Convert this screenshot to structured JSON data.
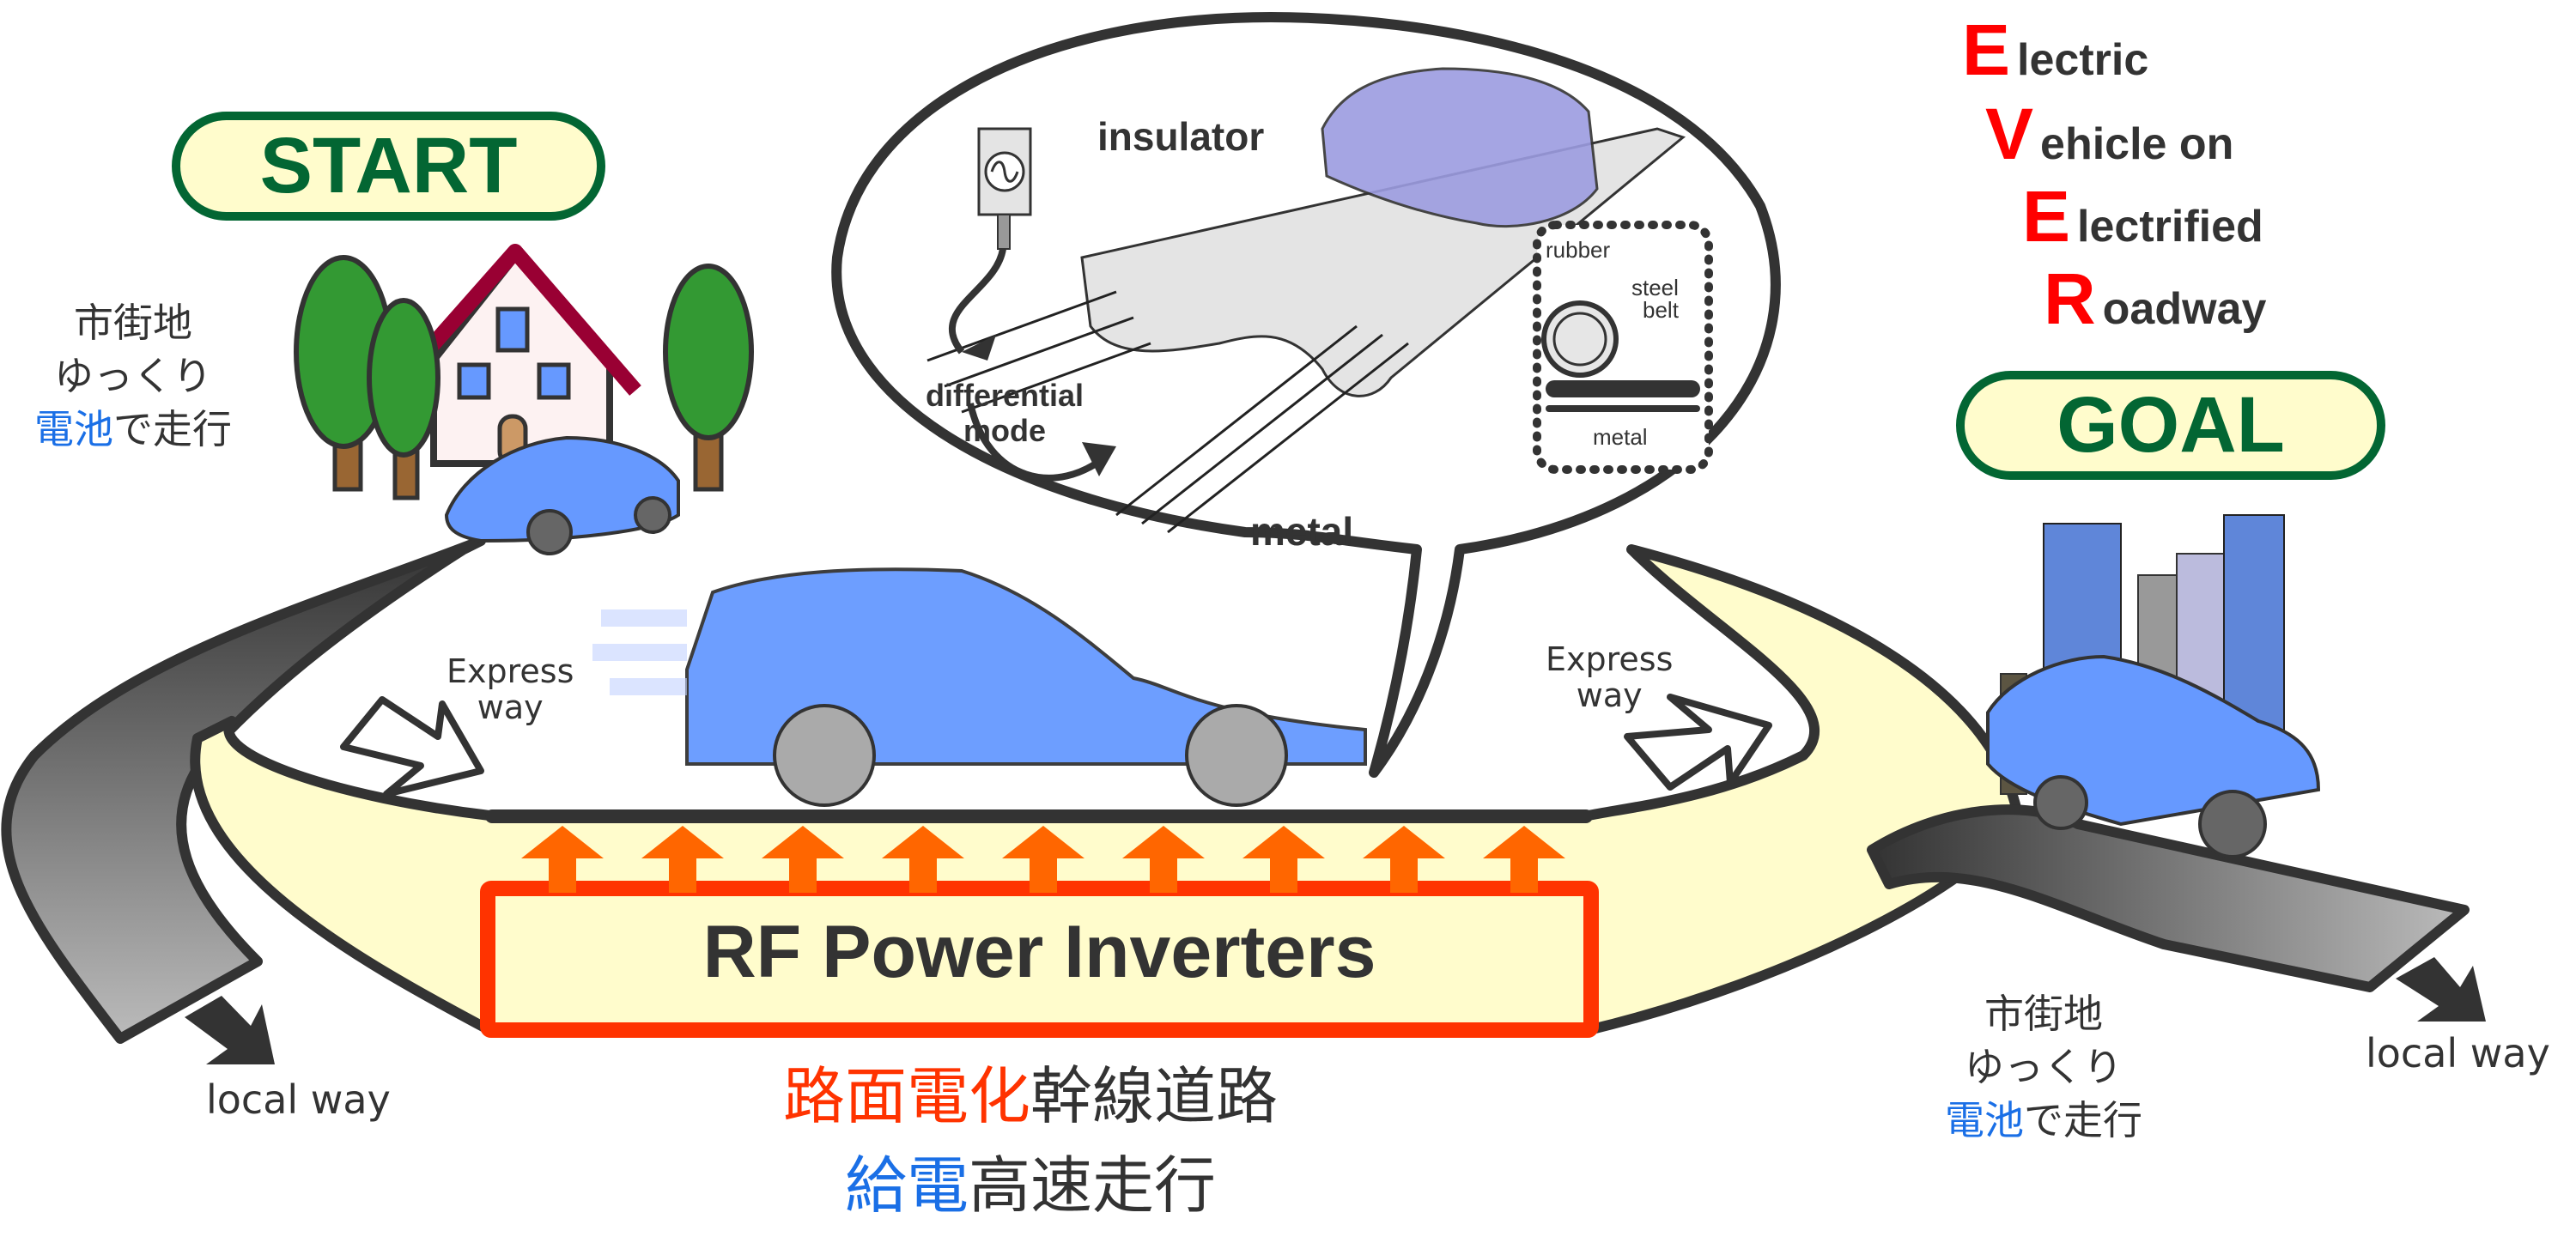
{
  "start_label": "START",
  "goal_label": "GOAL",
  "acronym": [
    {
      "initial": "E",
      "rest": "lectric"
    },
    {
      "initial": "V",
      "rest": "ehicle on"
    },
    {
      "initial": "E",
      "rest": "lectrified"
    },
    {
      "initial": "R",
      "rest": "oadway"
    }
  ],
  "start_side": {
    "line1": "市街地",
    "line2": "ゆっくり",
    "line3_highlight": "電池",
    "line3_rest": "で走行"
  },
  "goal_side": {
    "line1": "市街地",
    "line2": "ゆっくり",
    "line3_highlight": "電池",
    "line3_rest": "で走行"
  },
  "road_labels": {
    "express_left_1": "Express",
    "express_left_2": "way",
    "express_right_1": "Express",
    "express_right_2": "way",
    "local_left": "local way",
    "local_right": "local way"
  },
  "inverter_label": "RF Power Inverters",
  "bottom_caption": {
    "line1_highlight": "路面電化",
    "line1_rest": "幹線道路",
    "line2_highlight": "給電",
    "line2_rest": "高速走行"
  },
  "bubble": {
    "insulator": "insulator",
    "differential_1": "differential",
    "differential_2": "mode",
    "metal": "metal",
    "inset_rubber": "rubber",
    "inset_steel_1": "steel",
    "inset_steel_2": "belt",
    "inset_metal": "metal",
    "ac_source_icon": "ac-source-icon"
  },
  "colors": {
    "pill_border": "#036633",
    "pill_fill": "#fffccc",
    "inverter_border": "#ff3300",
    "arrow_orange": "#ff6600",
    "car_blue": "#6699ff",
    "acronym_red": "#ff0000",
    "highlight_blue": "#1a6fe6"
  },
  "power_arrow_count": 9
}
